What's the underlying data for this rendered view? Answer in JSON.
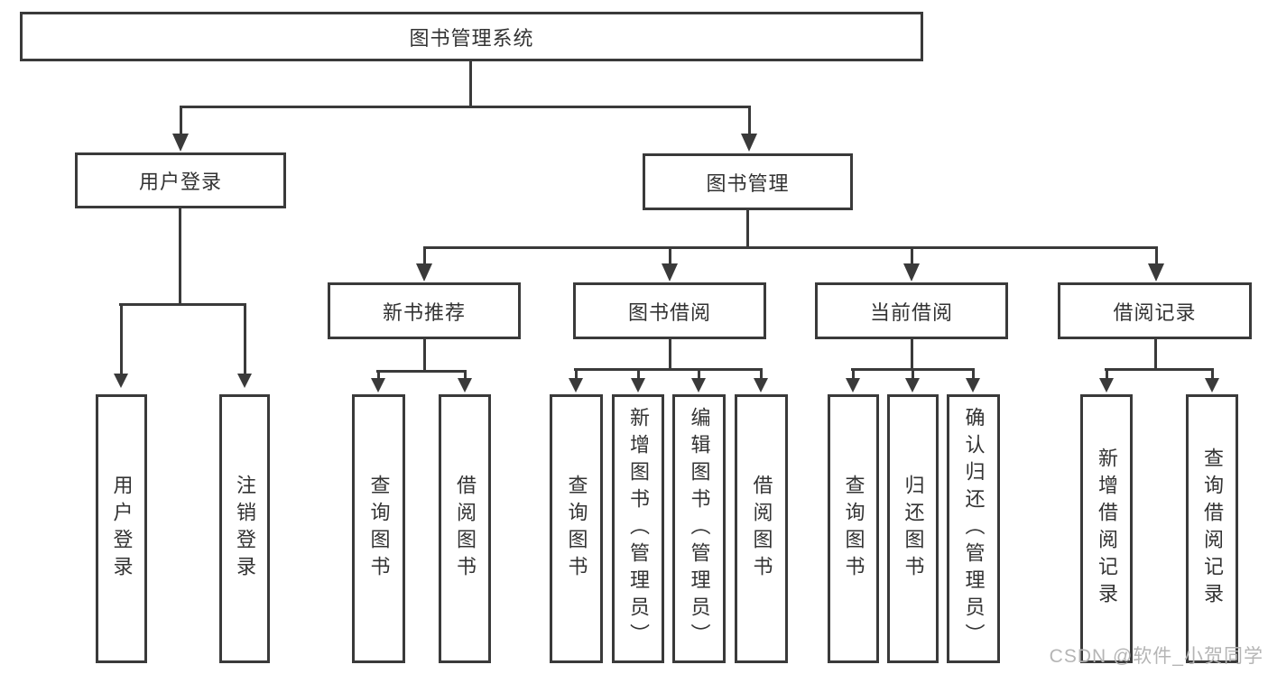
{
  "diagram": {
    "root": {
      "label": "图书管理系统"
    },
    "level2": [
      {
        "label": "用户登录"
      },
      {
        "label": "图书管理"
      }
    ],
    "level3": [
      {
        "label": "新书推荐"
      },
      {
        "label": "图书借阅"
      },
      {
        "label": "当前借阅"
      },
      {
        "label": "借阅记录"
      }
    ],
    "leaves": [
      {
        "label": "用户登录"
      },
      {
        "label": "注销登录"
      },
      {
        "label": "查询图书"
      },
      {
        "label": "借阅图书"
      },
      {
        "label": "查询图书"
      },
      {
        "label": "新增图书（管理员）"
      },
      {
        "label": "编辑图书（管理员）"
      },
      {
        "label": "借阅图书"
      },
      {
        "label": "查询图书"
      },
      {
        "label": "归还图书"
      },
      {
        "label": "确认归还（管理员）"
      },
      {
        "label": "新增借阅记录"
      },
      {
        "label": "查询借阅记录"
      }
    ]
  },
  "watermark": {
    "text": "CSDN @软件_小贺同学"
  },
  "colors": {
    "line": "#3a3a3a",
    "text": "#333333",
    "watermark": "#b5b5b5",
    "background": "#ffffff"
  }
}
